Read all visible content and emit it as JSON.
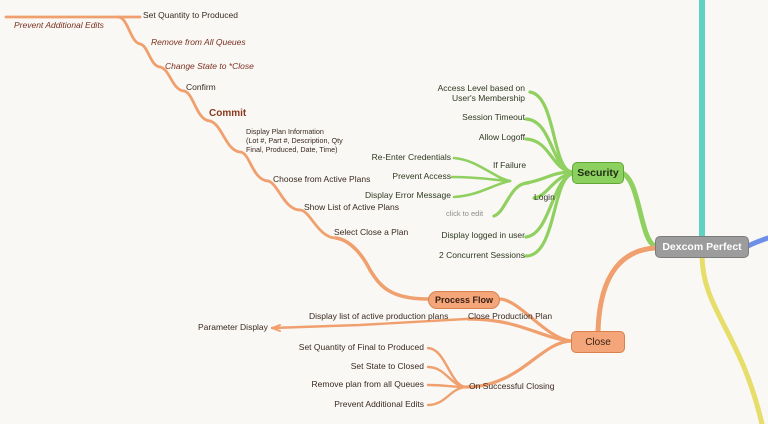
{
  "central": {
    "label": "Dexcom Perfect"
  },
  "security": {
    "label": "Security",
    "items": {
      "access_level": "Access Level based on\nUser's Membership",
      "session_timeout": "Session Timeout",
      "allow_logoff": "Allow Logoff",
      "if_failure": "If Failure",
      "reenter": "Re-Enter Credentials",
      "prevent_access": "Prevent Access",
      "display_error": "Display Error Message",
      "login": "Login",
      "click_to_edit": "click to edit",
      "display_logged": "Display logged in user",
      "concurrent": "2 Concurrent Sessions"
    }
  },
  "close": {
    "label": "Close",
    "items": {
      "process_flow": "Process Flow",
      "close_production_plan": "Close Production Plan",
      "display_list_active": "Display list of active production plans",
      "parameter_display": "Parameter Display",
      "on_successful_closing": "On Successful Closing",
      "set_qty_final": "Set Quantity of Final to Produced",
      "set_state_closed": "Set State to Closed",
      "remove_plan": "Remove plan from all Queues",
      "prevent_edits": "Prevent Additional Edits"
    }
  },
  "process": {
    "select_close_plan": "Select Close a Plan",
    "show_list_active": "Show List of Active Plans",
    "choose_active": "Choose from Active Plans",
    "display_plan_info": "Display Plan Information\n(Lot #, Part #, Description, Qty\nFinal, Produced, Date, Time)",
    "commit": "Commit",
    "confirm": "Confirm",
    "change_state": "Change State to *Close",
    "remove_all_queues": "Remove from All Queues",
    "set_qty_produced": "Set Quantity to Produced",
    "prevent_additional": "Prevent Additional Edits"
  },
  "colors": {
    "orange": "#f0a06e",
    "green": "#8fd060",
    "teal": "#5cd0c0",
    "yellow": "#e6dc6a",
    "blue": "#6a8ee6",
    "gray": "#9c9c9c"
  }
}
